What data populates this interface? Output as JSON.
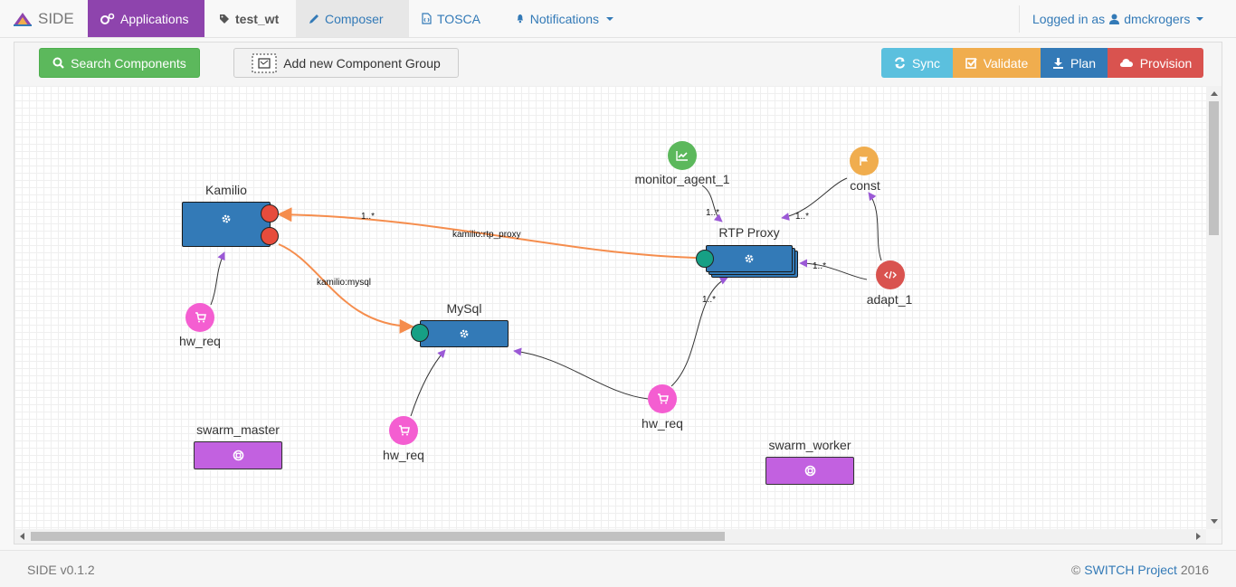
{
  "nav": {
    "brand": "SIDE",
    "applications": "Applications",
    "app_name": "test_wt",
    "composer": "Composer",
    "tosca": "TOSCA",
    "notifications": "Notifications",
    "logged_in_as": "Logged in as",
    "username": "dmckrogers"
  },
  "toolbar": {
    "search": "Search Components",
    "add_group": "Add new Component Group",
    "sync": "Sync",
    "validate": "Validate",
    "plan": "Plan",
    "provision": "Provision"
  },
  "diagram": {
    "nodes": {
      "kamilio": "Kamilio",
      "mysql": "MySql",
      "rtp_proxy": "RTP Proxy",
      "swarm_master": "swarm_master",
      "swarm_worker": "swarm_worker",
      "monitor_agent": "monitor_agent_1",
      "const": "const",
      "adapt": "adapt_1",
      "hw_req_1": "hw_req",
      "hw_req_2": "hw_req",
      "hw_req_3": "hw_req"
    },
    "edges": {
      "kamilio_rtp_proxy": "kamilio:rtp_proxy",
      "kamilio_mysql": "kamilio:mysql",
      "mult_kamilio": "1..*",
      "mult_monitor": "1..*",
      "mult_const": "1..*",
      "mult_adapt": "1..*",
      "mult_hwreq": "1..*"
    }
  },
  "footer": {
    "version": "SIDE v0.1.2",
    "copyright_prefix": "©",
    "project": "SWITCH Project",
    "year": "2016"
  },
  "colors": {
    "applications_active": "#8e44ad",
    "node_blue": "#337ab7",
    "node_purple": "#c261e0",
    "edge_orange": "#f58d4d",
    "arrow_purple": "#9b59d6",
    "port_red": "#e74c3c",
    "port_green": "#16a085",
    "hw_req_pink": "#f45ed1",
    "monitor_green": "#5cb85c",
    "const_orange": "#f0ad4e",
    "adapt_red": "#d9534f"
  }
}
